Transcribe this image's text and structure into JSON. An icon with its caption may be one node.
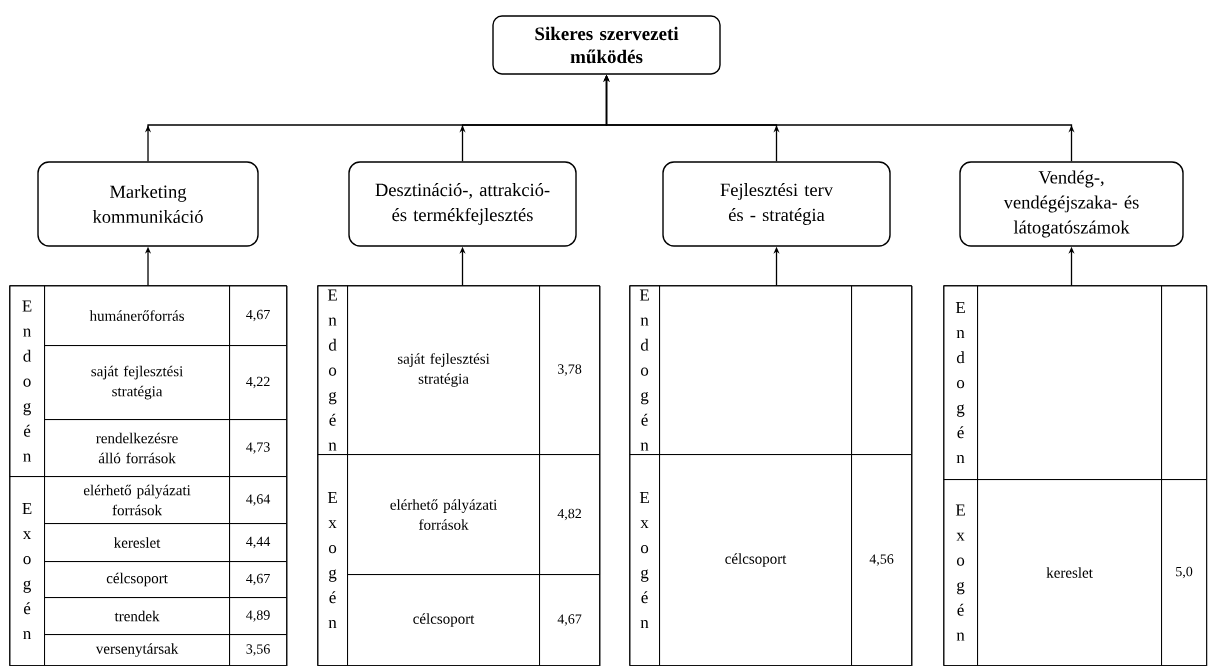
{
  "diagram": {
    "nodes": [
      {
        "text": [
          "Sikeres szervezeti működés"
        ]
      },
      {
        "text": [
          "Marketing kommunikáció"
        ]
      },
      {
        "text": [
          "Desztináció-, attrakció- és termékfejlesztés"
        ]
      },
      {
        "text": [
          "Fejlesztési terv és - stratégia"
        ]
      },
      {
        "text": [
          "Vendég-, vendégéjszaka- és látogatószámok"
        ]
      },
      {
        "text": [],
        "shape": "box"
      },
      {
        "text": [
          "E n d o g é n"
        ],
        "in": 5
      },
      {
        "text": [
          "humánerőforrás"
        ],
        "in": 5
      },
      {
        "text": [
          "4,67"
        ],
        "in": 5
      },
      {
        "text": [
          "saját fejlesztési stratégia"
        ],
        "in": 5
      },
      {
        "text": [
          "4,22"
        ],
        "in": 5
      },
      {
        "text": [
          "rendelkezésre álló források"
        ],
        "in": 5
      },
      {
        "text": [
          "4,73"
        ],
        "in": 5
      },
      {
        "text": [
          "E x o g é n"
        ],
        "in": 5
      },
      {
        "text": [
          "elérhető pályázati források"
        ],
        "in": 5
      },
      {
        "text": [
          "4,64"
        ],
        "in": 5
      },
      {
        "text": [
          "kereslet"
        ],
        "in": 5
      },
      {
        "text": [
          "4,44"
        ],
        "in": 5
      },
      {
        "text": [
          "célcsoport"
        ],
        "in": 5
      },
      {
        "text": [
          "4,67"
        ],
        "in": 5
      },
      {
        "text": [
          "trendek"
        ],
        "in": 5
      },
      {
        "text": [
          "4,89"
        ],
        "in": 5
      },
      {
        "text": [
          "versenytársak"
        ],
        "in": 5
      },
      {
        "text": [
          "3,56"
        ],
        "in": 5
      },
      {
        "text": [],
        "shape": "box"
      },
      {
        "text": [
          "E n d o g é n"
        ],
        "in": 24
      },
      {
        "text": [
          "saját fejlesztési stratégia"
        ],
        "in": 24
      },
      {
        "text": [
          "3,78"
        ],
        "in": 24
      },
      {
        "text": [
          "E x o g é n"
        ],
        "in": 24
      },
      {
        "text": [
          "elérhető pályázati források"
        ],
        "in": 24
      },
      {
        "text": [
          "4,82"
        ],
        "in": 24
      },
      {
        "text": [
          "célcsoport"
        ],
        "in": 24
      },
      {
        "text": [
          "4,67"
        ],
        "in": 24
      },
      {
        "text": [],
        "shape": "box"
      },
      {
        "text": [
          "E n d o g é n"
        ],
        "in": 33
      },
      {
        "text": [],
        "shape": "box",
        "in": 33
      },
      {
        "text": [],
        "shape": "box",
        "in": 33
      },
      {
        "text": [
          "E x o g é n"
        ],
        "in": 33
      },
      {
        "text": [
          "célcsoport"
        ],
        "in": 33
      },
      {
        "text": [
          "4,56"
        ],
        "in": 33
      },
      {
        "text": [],
        "shape": "box"
      },
      {
        "text": [
          "E n d o g é n"
        ],
        "in": 40
      },
      {
        "text": [],
        "shape": "box",
        "in": 40
      },
      {
        "text": [],
        "shape": "box",
        "in": 40
      },
      {
        "text": [
          "E x o g é n"
        ],
        "in": 40
      },
      {
        "text": [
          "kereslet"
        ],
        "in": 40
      },
      {
        "text": [
          "5,0"
        ],
        "in": 40
      }
    ],
    "edges": [
      {
        "from": 1,
        "to": 0,
        "arrow": "to"
      },
      {
        "from": 2,
        "to": 0,
        "arrow": "to"
      },
      {
        "from": 3,
        "to": 0,
        "arrow": "to"
      },
      {
        "from": 4,
        "to": 0,
        "arrow": "to"
      },
      {
        "from": 5,
        "to": 1,
        "arrow": "to"
      },
      {
        "from": 24,
        "to": 2,
        "arrow": "to"
      },
      {
        "from": 33,
        "to": 3,
        "arrow": "to"
      },
      {
        "from": 40,
        "to": 4,
        "arrow": "to"
      }
    ]
  }
}
